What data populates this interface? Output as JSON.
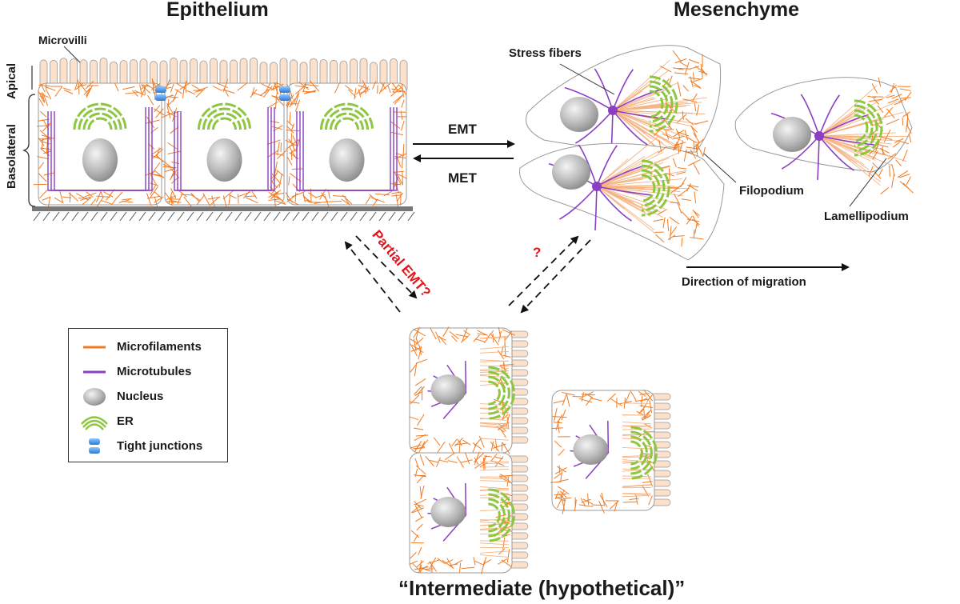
{
  "titles": {
    "epithelium": "Epithelium",
    "mesenchyme": "Mesenchyme",
    "intermediate": "“Intermediate (hypothetical)”"
  },
  "labels": {
    "microvilli": "Microvilli",
    "apical": "Apical",
    "basolateral": "Basolateral",
    "stress_fibers": "Stress fibers",
    "filopodium": "Filopodium",
    "lamellipodium": "Lamellipodium",
    "direction": "Direction of migration"
  },
  "transitions": {
    "emt": "EMT",
    "met": "MET",
    "partial": "Partial EMT?",
    "question": "?"
  },
  "legend": [
    {
      "label": "Microfilaments",
      "icon": "microfilament-icon"
    },
    {
      "label": "Microtubules",
      "icon": "microtubule-icon"
    },
    {
      "label": "Nucleus",
      "icon": "nucleus-icon"
    },
    {
      "label": "ER",
      "icon": "er-icon"
    },
    {
      "label": "Tight junctions",
      "icon": "tight-junction-icon"
    }
  ],
  "colors": {
    "microfilament": "#f27a21",
    "microtubule": "#8a3fc2",
    "er": "#8dc63f",
    "tight_junction": "#3d8fe0",
    "highlight": "#e3141b",
    "cell_fill": "#ffffff",
    "microvilli_fill": "#fbe1cc"
  }
}
